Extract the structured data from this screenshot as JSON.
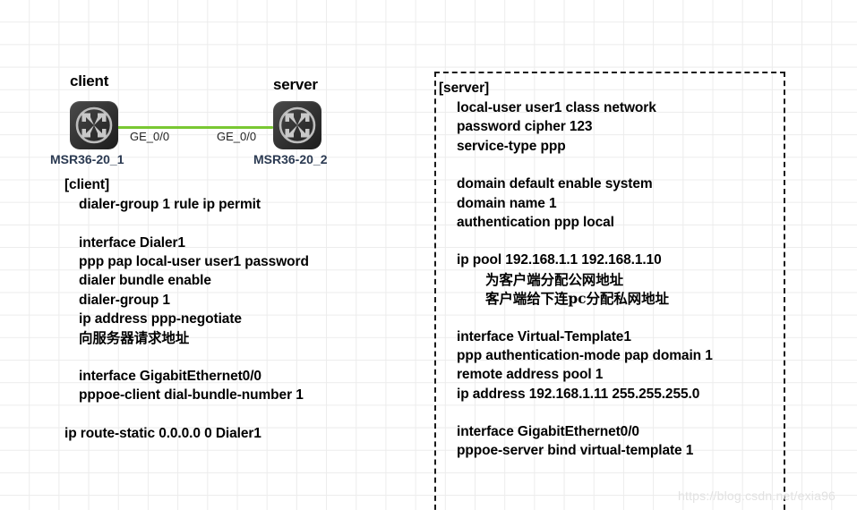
{
  "topology": {
    "client": {
      "title": "client",
      "device_name": "MSR36-20_1",
      "interface_label": "GE_0/0",
      "icon": "router-icon"
    },
    "server": {
      "title": "server",
      "device_name": "MSR36-20_2",
      "interface_label": "GE_0/0",
      "icon": "router-icon"
    },
    "link_color": "#79c832"
  },
  "client_config": {
    "header": "[client]",
    "lines": [
      {
        "text": "dialer-group 1 rule ip permit",
        "indent": 1,
        "cjk": false
      },
      {
        "text": "",
        "indent": 0,
        "cjk": false
      },
      {
        "text": "interface Dialer1",
        "indent": 1,
        "cjk": false
      },
      {
        "text": "ppp pap local-user user1 password",
        "indent": 1,
        "cjk": false
      },
      {
        "text": "dialer bundle enable",
        "indent": 1,
        "cjk": false
      },
      {
        "text": "dialer-group 1",
        "indent": 1,
        "cjk": false
      },
      {
        "text": "ip address ppp-negotiate",
        "indent": 1,
        "cjk": false
      },
      {
        "text": "向服务器请求地址",
        "indent": 1,
        "cjk": true
      },
      {
        "text": "",
        "indent": 0,
        "cjk": false
      },
      {
        "text": "interface GigabitEthernet0/0",
        "indent": 1,
        "cjk": false
      },
      {
        "text": "pppoe-client dial-bundle-number 1",
        "indent": 1,
        "cjk": false
      },
      {
        "text": "",
        "indent": 0,
        "cjk": false
      },
      {
        "text": "ip route-static 0.0.0.0 0 Dialer1",
        "indent": 0,
        "cjk": false
      }
    ]
  },
  "server_config": {
    "header": "[server]",
    "lines": [
      {
        "text": "local-user user1 class network",
        "indent": 1,
        "cjk": false
      },
      {
        "text": "password cipher 123",
        "indent": 1,
        "cjk": false
      },
      {
        "text": "service-type ppp",
        "indent": 1,
        "cjk": false
      },
      {
        "text": "",
        "indent": 0,
        "cjk": false
      },
      {
        "text": "domain default enable system",
        "indent": 1,
        "cjk": false
      },
      {
        "text": "domain name 1",
        "indent": 1,
        "cjk": false
      },
      {
        "text": "authentication ppp local",
        "indent": 1,
        "cjk": false
      },
      {
        "text": "",
        "indent": 0,
        "cjk": false
      },
      {
        "text": "ip pool 192.168.1.1 192.168.1.10",
        "indent": 1,
        "cjk": false
      },
      {
        "text": "为客户端分配公网地址",
        "indent": 3,
        "cjk": true
      },
      {
        "text": "客户端给下连pc分配私网地址",
        "indent": 3,
        "cjk": true
      },
      {
        "text": "",
        "indent": 0,
        "cjk": false
      },
      {
        "text": "interface Virtual-Template1",
        "indent": 1,
        "cjk": false
      },
      {
        "text": "ppp authentication-mode pap domain 1",
        "indent": 1,
        "cjk": false
      },
      {
        "text": "remote address pool 1",
        "indent": 1,
        "cjk": false
      },
      {
        "text": "ip address 192.168.1.11 255.255.255.0",
        "indent": 1,
        "cjk": false
      },
      {
        "text": "",
        "indent": 0,
        "cjk": false
      },
      {
        "text": "interface GigabitEthernet0/0",
        "indent": 1,
        "cjk": false
      },
      {
        "text": "pppoe-server bind virtual-template 1",
        "indent": 1,
        "cjk": false
      }
    ]
  },
  "watermark": {
    "text": "https://blog.csdn.net/exia96"
  }
}
